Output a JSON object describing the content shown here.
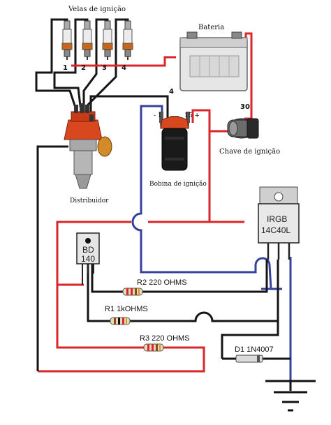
{
  "labels": {
    "spark_plugs": "Velas de ignição",
    "battery": "Bateria",
    "distributor": "Distribuidor",
    "coil": "Bobina de ignição",
    "key_switch": "Chave de ignição",
    "transistor_bd": "BD",
    "transistor_bd_num": "140",
    "igbt_line1": "IRGB",
    "igbt_line2": "14C40L",
    "r2": "R2 220 OHMS",
    "r1": "R1 1kOHMS",
    "r3": "R3 220 OHMS",
    "d1": "D1 1N4007",
    "coil_neg": "- 1",
    "coil_pos": "15 +",
    "terminal_4": "4",
    "terminal_30": "30",
    "plug_1": "1",
    "plug_2": "2",
    "plug_3": "3",
    "plug_4": "4"
  },
  "colors": {
    "wire_black": "#151515",
    "wire_red": "#d8262b",
    "wire_blue": "#35419a",
    "distributor_cap": "#d9471e",
    "coil_body": "#1a1a1a",
    "plug_body": "#c8661f"
  }
}
